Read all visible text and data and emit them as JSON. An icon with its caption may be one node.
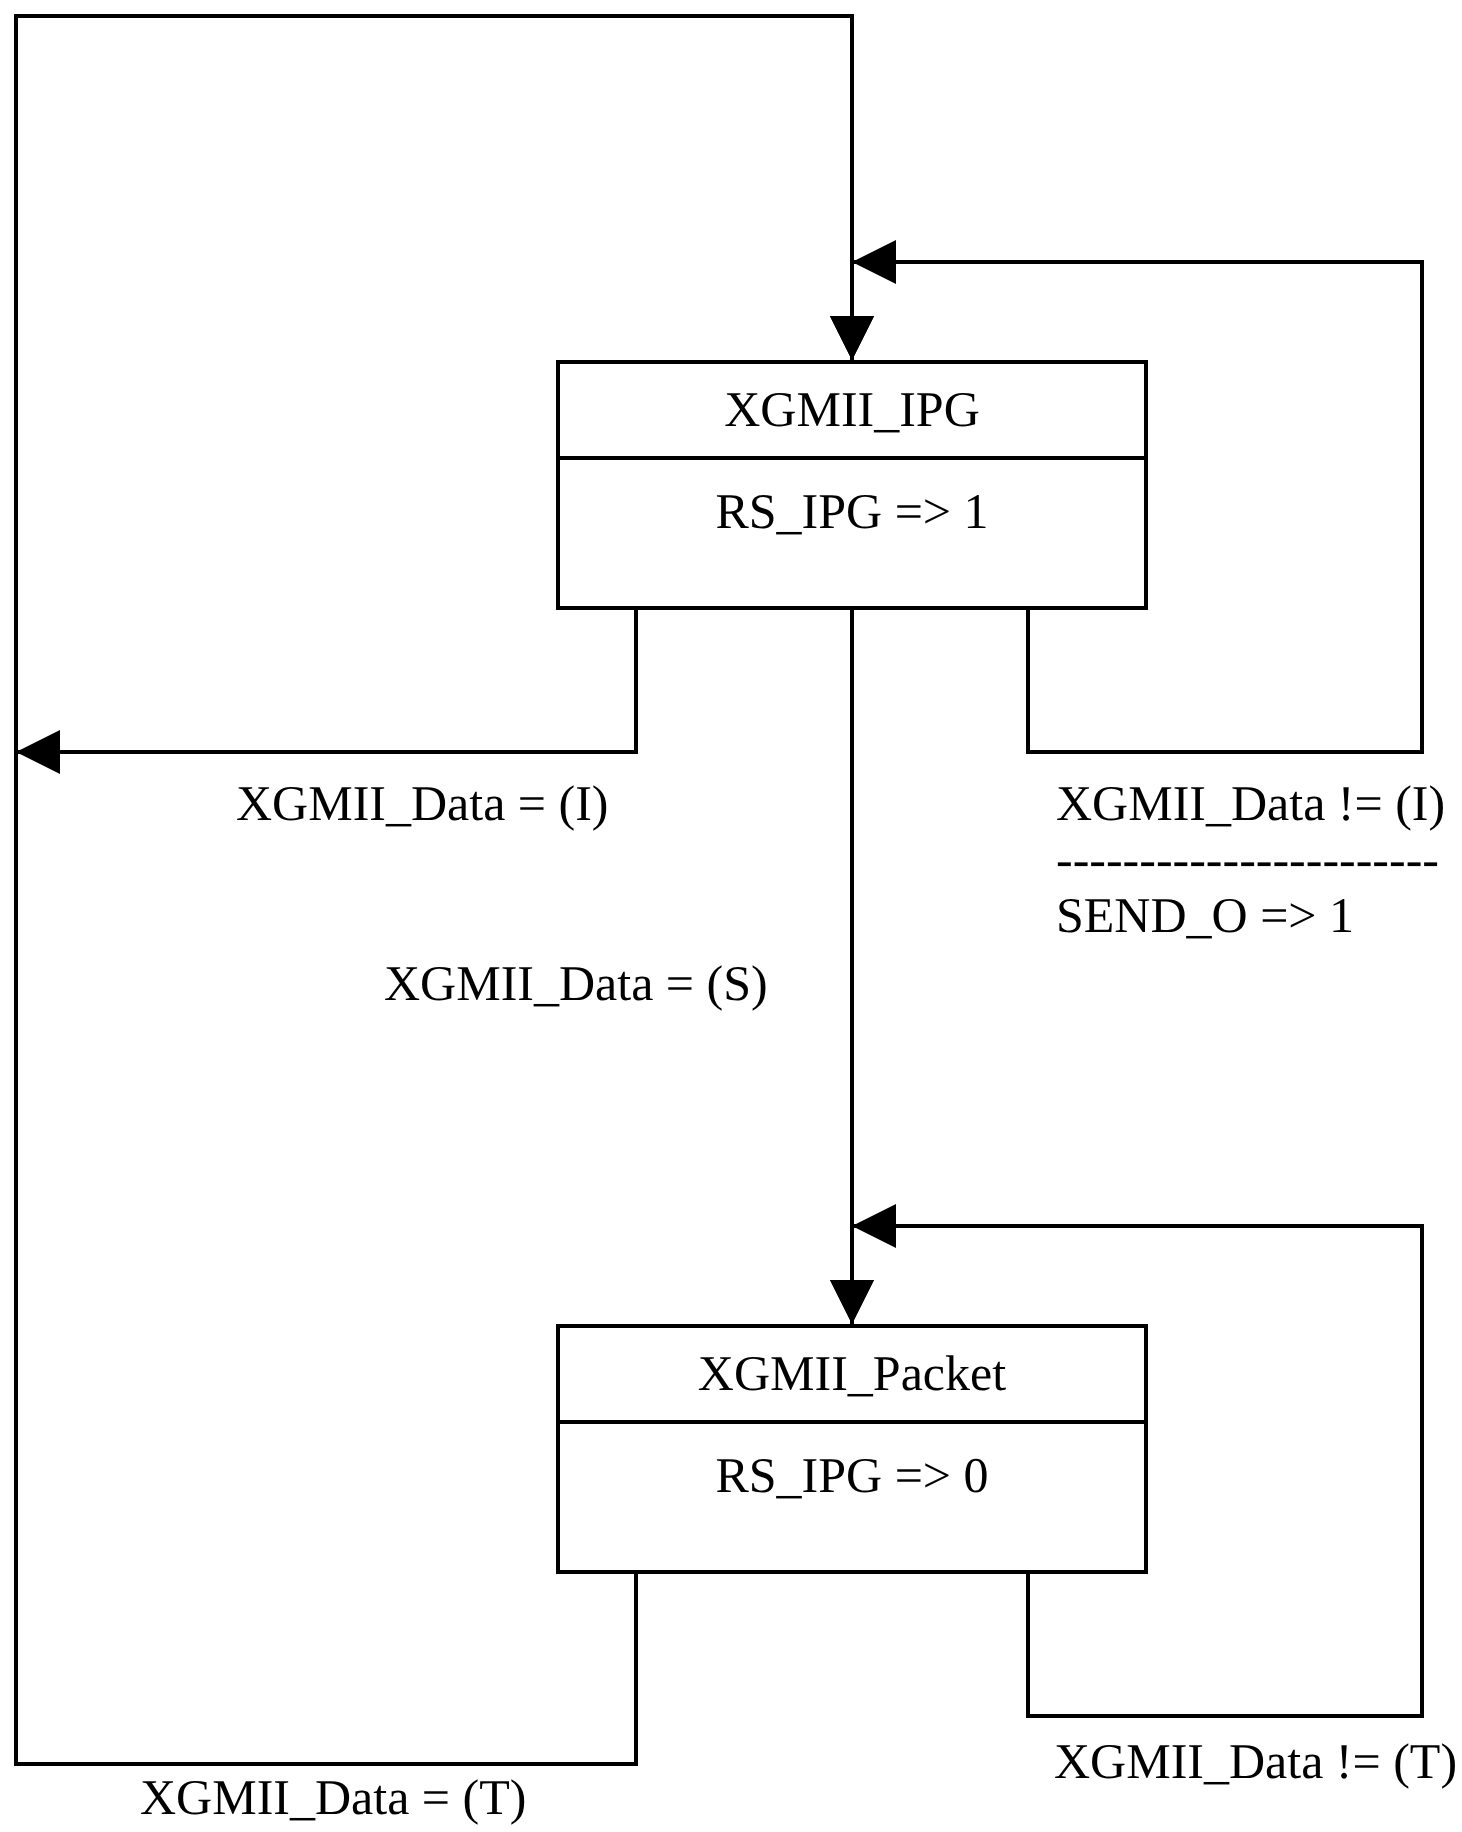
{
  "diagram": {
    "nodes": [
      {
        "text": [
          "XGMII_IPG",
          "RS_IPG => 1"
        ]
      },
      {
        "text": [
          "XGMII_Packet",
          "RS_IPG => 0"
        ]
      }
    ],
    "edges": [
      {
        "from": 0,
        "to": 0,
        "arrow": "to",
        "label": "XGMII_Data = (I)"
      },
      {
        "from": 0,
        "to": 0,
        "arrow": "to",
        "label": "XGMII_Data != (I) ----------------------- SEND_O => 1"
      },
      {
        "from": 0,
        "to": 1,
        "arrow": "to",
        "label": "XGMII_Data = (S)"
      },
      {
        "from": 1,
        "to": 1,
        "arrow": "to",
        "label": "XGMII_Data != (T)"
      },
      {
        "from": 1,
        "to": 0,
        "arrow": "to",
        "label": "XGMII_Data = (T)"
      }
    ]
  }
}
